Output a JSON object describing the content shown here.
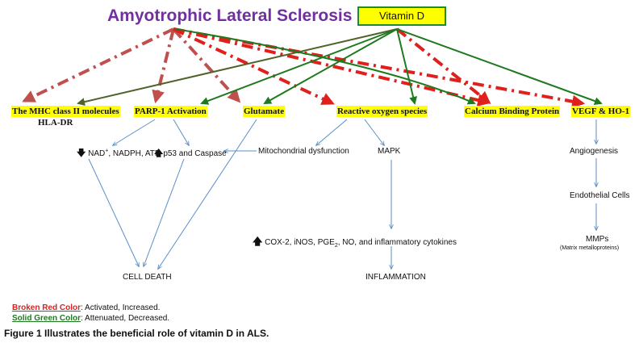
{
  "title": "Amyotrophic Lateral Sclerosis",
  "source_node": "Vitamin D",
  "targets": {
    "mhc": "The MHC class II molecules",
    "hla": "HLA-DR",
    "parp": "PARP-1  Activation",
    "glutamate": "Glutamate",
    "ros": "Reactive oxygen species",
    "calcium": "Calcium Binding Protein",
    "vegf": "VEGF & HO-1"
  },
  "downstream": {
    "nad_prefix": "NAD",
    "nad_sup": "+",
    "nad_rest": ", NADPH, ATP",
    "p53": "p53 and Caspase",
    "mito": "Mitochondrial dysfunction",
    "mapk": "MAPK",
    "cox_pre": "COX-2, iNOS, PGE",
    "cox_sub": "2",
    "cox_post": ", NO, and inflammatory cytokines",
    "cell_death": "CELL DEATH",
    "inflammation": "INFLAMMATION",
    "angiogenesis": "Angiogenesis",
    "endothelial": "Endothelial Cells",
    "mmps": "MMPs",
    "mmps_note": "(Matrix metalloproteins)"
  },
  "legend": {
    "red_label": "Broken Red Color",
    "red_text": ":  Activated, Increased.",
    "green_label": "Solid Green Color",
    "green_text": ":  Attenuated, Decreased."
  },
  "caption": {
    "figure": "Figure 1",
    "text": "Illustrates the beneficial role of vitamin D in ALS."
  },
  "colors": {
    "red_dashed": "#c0504d",
    "bright_red_dashed": "#e0201c",
    "green": "#1e7a1e",
    "olive": "#4f6228",
    "blue": "#5b8fc7",
    "highlight": "#ffff00",
    "title": "#7030a0"
  },
  "icons": [
    "arrow-down-icon",
    "arrow-up-icon"
  ]
}
